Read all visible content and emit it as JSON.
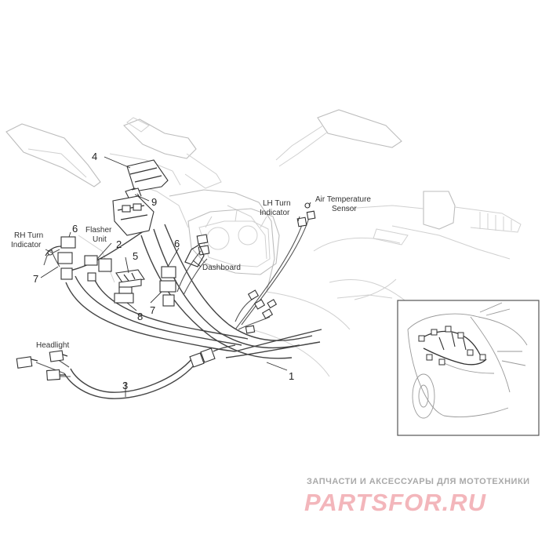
{
  "labels": {
    "rh_turn_line1": "RH Turn",
    "rh_turn_line2": "Indicator",
    "flasher_line1": "Flasher",
    "flasher_line2": "Unit",
    "lh_turn_line1": "LH Turn",
    "lh_turn_line2": "Indicator",
    "air_temp_line1": "Air Temperature",
    "air_temp_line2": "Sensor",
    "dashboard": "Dashboard",
    "headlight": "Headlight"
  },
  "callouts": {
    "c1": "1",
    "c2": "2",
    "c3": "3",
    "c4": "4",
    "c5": "5",
    "c6a": "6",
    "c6b": "6",
    "c7a": "7",
    "c7b": "7",
    "c8": "8",
    "c9": "9"
  },
  "watermark": {
    "tagline": "ЗАПЧАСТИ И АКСЕССУАРЫ ДЛЯ МОТОТЕХНИКИ",
    "logo": "PARTSFOR.RU"
  },
  "colors": {
    "line": "#333333",
    "ghost": "#bdbdbd",
    "watermark_text": "#a9a9a9",
    "watermark_logo": "#f3b6bb"
  }
}
